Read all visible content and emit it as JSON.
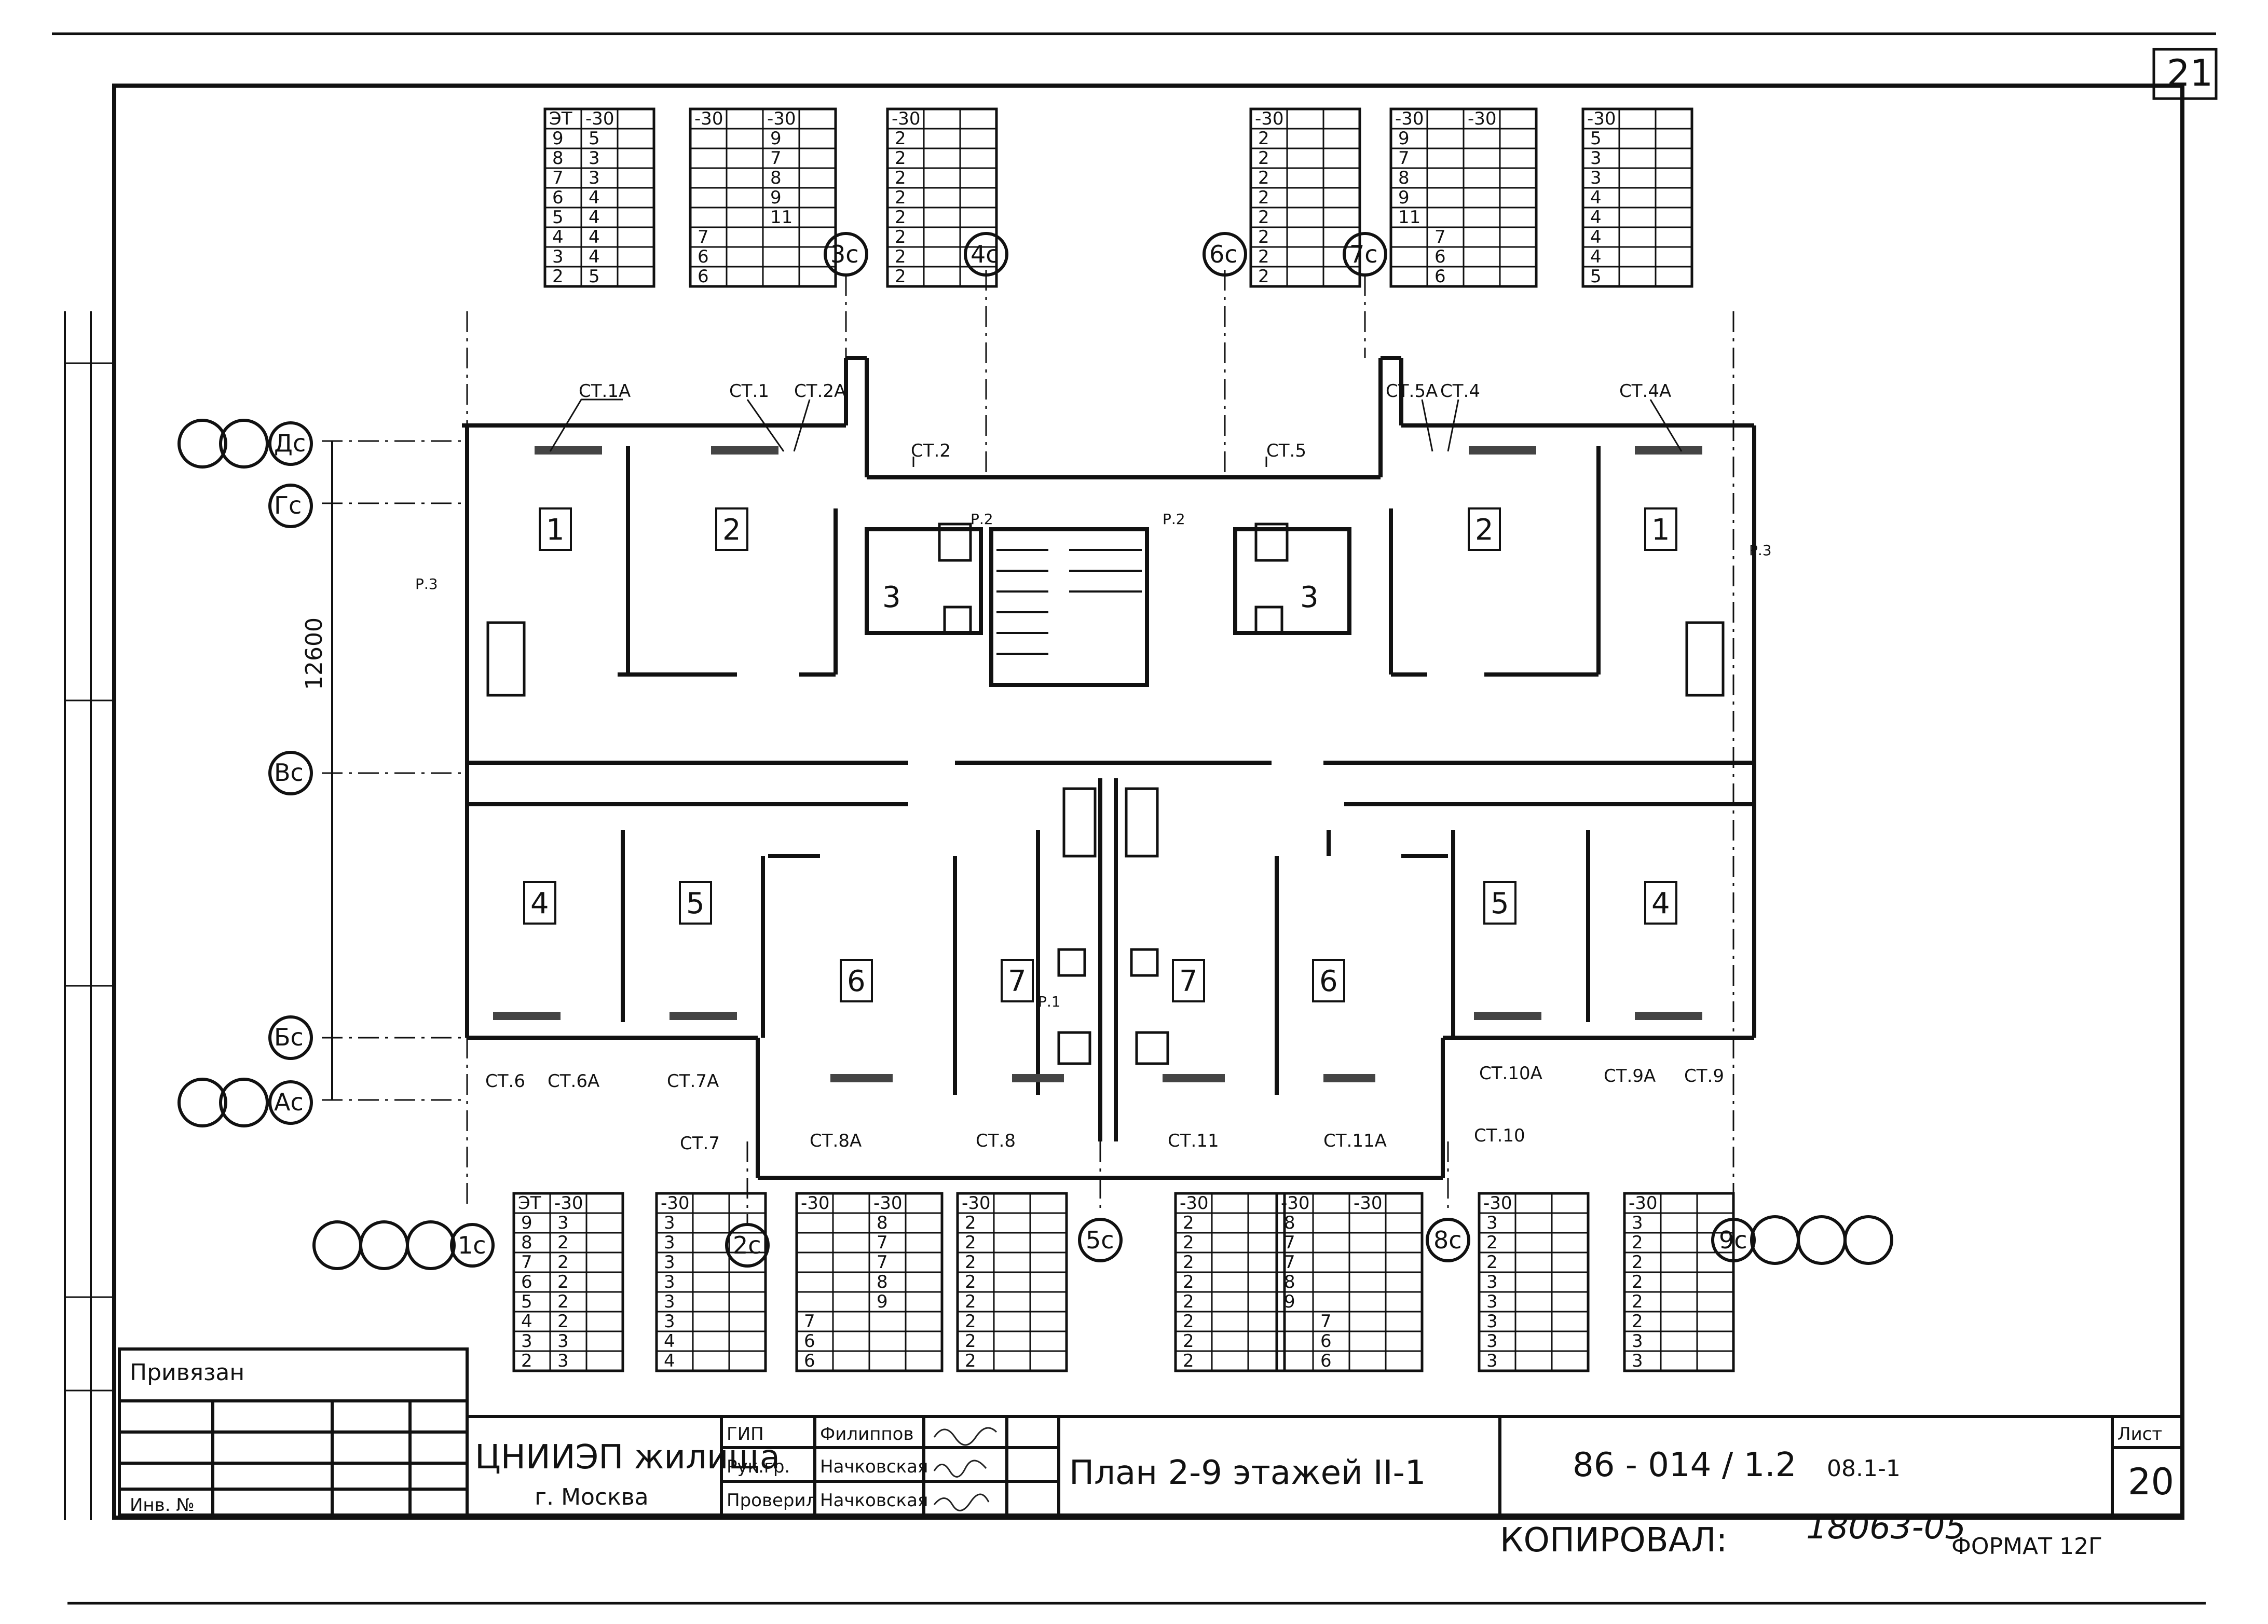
{
  "sheet_number_top": "21",
  "dimension_label": "12600",
  "axes": {
    "left": [
      "Дс",
      "Гс",
      "Вс",
      "Бс",
      "Ас"
    ],
    "top": [
      "3с",
      "4с",
      "6с",
      "7с"
    ],
    "bottom": [
      "1с",
      "2с",
      "5с",
      "8с",
      "9с"
    ]
  },
  "rooms_left": [
    "1",
    "2",
    "3",
    "4",
    "5",
    "6",
    "7"
  ],
  "rooms_right": [
    "3",
    "2",
    "1",
    "7",
    "6",
    "5",
    "4"
  ],
  "riser_labels_top": [
    "СТ.1А",
    "СТ.1",
    "СТ.2А",
    "СТ.2",
    "СТ.5",
    "СТ.5А",
    "СТ.4",
    "СТ.4А"
  ],
  "riser_labels_bottom": [
    "СТ.6",
    "СТ.6А",
    "СТ.7А",
    "СТ.7",
    "СТ.8А",
    "СТ.8",
    "СТ.11",
    "СТ.11А",
    "СТ.10",
    "СТ.10А",
    "СТ.9А",
    "СТ.9"
  ],
  "pipe_labels": [
    "Р.3",
    "Р.2",
    "Р.2",
    "Р.3",
    "Р.1"
  ],
  "tables_top": [
    {
      "cols": [
        "ЭТ",
        "-30"
      ],
      "rows": [
        [
          "9",
          "5"
        ],
        [
          "8",
          "3"
        ],
        [
          "7",
          "3"
        ],
        [
          "6",
          "4"
        ],
        [
          "5",
          "4"
        ],
        [
          "4",
          "4"
        ],
        [
          "3",
          "4"
        ],
        [
          "2",
          "5"
        ]
      ]
    },
    {
      "cols": [
        "-30",
        "",
        "-30"
      ],
      "rows": [
        [
          "",
          "",
          "9"
        ],
        [
          "",
          "",
          "7"
        ],
        [
          "",
          "",
          "8"
        ],
        [
          "",
          "",
          "9"
        ],
        [
          "",
          "",
          "11"
        ],
        [
          "7",
          "",
          ""
        ],
        [
          "6",
          "",
          ""
        ],
        [
          "6",
          "",
          ""
        ]
      ]
    },
    {
      "cols": [
        "-30",
        ""
      ],
      "rows": [
        [
          "2",
          ""
        ],
        [
          "2",
          ""
        ],
        [
          "2",
          ""
        ],
        [
          "2",
          ""
        ],
        [
          "2",
          ""
        ],
        [
          "2",
          ""
        ],
        [
          "2",
          ""
        ],
        [
          "2",
          ""
        ]
      ]
    },
    {
      "cols": [
        "-30",
        ""
      ],
      "rows": [
        [
          "2",
          ""
        ],
        [
          "2",
          ""
        ],
        [
          "2",
          ""
        ],
        [
          "2",
          ""
        ],
        [
          "2",
          ""
        ],
        [
          "2",
          ""
        ],
        [
          "2",
          ""
        ],
        [
          "2",
          ""
        ]
      ]
    },
    {
      "cols": [
        "-30",
        "",
        "-30"
      ],
      "rows": [
        [
          "9",
          "",
          ""
        ],
        [
          "7",
          "",
          ""
        ],
        [
          "8",
          "",
          ""
        ],
        [
          "9",
          "",
          ""
        ],
        [
          "11",
          "",
          ""
        ],
        [
          "",
          "7",
          ""
        ],
        [
          "",
          "6",
          ""
        ],
        [
          "",
          "6",
          ""
        ]
      ]
    },
    {
      "cols": [
        "-30",
        ""
      ],
      "rows": [
        [
          "5",
          ""
        ],
        [
          "3",
          ""
        ],
        [
          "3",
          ""
        ],
        [
          "4",
          ""
        ],
        [
          "4",
          ""
        ],
        [
          "4",
          ""
        ],
        [
          "4",
          ""
        ],
        [
          "5",
          ""
        ]
      ]
    }
  ],
  "tables_bottom": [
    {
      "cols": [
        "ЭТ",
        "-30"
      ],
      "rows": [
        [
          "9",
          "3"
        ],
        [
          "8",
          "2"
        ],
        [
          "7",
          "2"
        ],
        [
          "6",
          "2"
        ],
        [
          "5",
          "2"
        ],
        [
          "4",
          "2"
        ],
        [
          "3",
          "3"
        ],
        [
          "2",
          "3"
        ]
      ]
    },
    {
      "cols": [
        "-30",
        ""
      ],
      "rows": [
        [
          "3",
          ""
        ],
        [
          "3",
          ""
        ],
        [
          "3",
          ""
        ],
        [
          "3",
          ""
        ],
        [
          "3",
          ""
        ],
        [
          "3",
          ""
        ],
        [
          "4",
          ""
        ],
        [
          "4",
          ""
        ]
      ]
    },
    {
      "cols": [
        "-30",
        "",
        "-30"
      ],
      "rows": [
        [
          "",
          "",
          "8"
        ],
        [
          "",
          "",
          "7"
        ],
        [
          "",
          "",
          "7"
        ],
        [
          "",
          "",
          "8"
        ],
        [
          "",
          "",
          "9"
        ],
        [
          "7",
          "",
          ""
        ],
        [
          "6",
          "",
          ""
        ],
        [
          "6",
          "",
          ""
        ]
      ]
    },
    {
      "cols": [
        "-30",
        ""
      ],
      "rows": [
        [
          "2",
          ""
        ],
        [
          "2",
          ""
        ],
        [
          "2",
          ""
        ],
        [
          "2",
          ""
        ],
        [
          "2",
          ""
        ],
        [
          "2",
          ""
        ],
        [
          "2",
          ""
        ],
        [
          "2",
          ""
        ]
      ]
    },
    {
      "cols": [
        "-30",
        ""
      ],
      "rows": [
        [
          "2",
          ""
        ],
        [
          "2",
          ""
        ],
        [
          "2",
          ""
        ],
        [
          "2",
          ""
        ],
        [
          "2",
          ""
        ],
        [
          "2",
          ""
        ],
        [
          "2",
          ""
        ],
        [
          "2",
          ""
        ]
      ]
    },
    {
      "cols": [
        "-30",
        "",
        "-30"
      ],
      "rows": [
        [
          "8",
          "",
          ""
        ],
        [
          "7",
          "",
          ""
        ],
        [
          "7",
          "",
          ""
        ],
        [
          "8",
          "",
          ""
        ],
        [
          "9",
          "",
          ""
        ],
        [
          "",
          "7",
          ""
        ],
        [
          "",
          "6",
          ""
        ],
        [
          "",
          "6",
          ""
        ]
      ]
    },
    {
      "cols": [
        "-30",
        ""
      ],
      "rows": [
        [
          "3",
          ""
        ],
        [
          "2",
          ""
        ],
        [
          "2",
          ""
        ],
        [
          "3",
          ""
        ],
        [
          "3",
          ""
        ],
        [
          "3",
          ""
        ],
        [
          "3",
          ""
        ],
        [
          "3",
          ""
        ]
      ]
    },
    {
      "cols": [
        "-30",
        ""
      ],
      "rows": [
        [
          "3",
          ""
        ],
        [
          "2",
          ""
        ],
        [
          "2",
          ""
        ],
        [
          "2",
          ""
        ],
        [
          "2",
          ""
        ],
        [
          "2",
          ""
        ],
        [
          "3",
          ""
        ],
        [
          "3",
          ""
        ]
      ]
    }
  ],
  "title_block": {
    "privyazan": "Привязан",
    "inv_no": "Инв. №",
    "org_name": "ЦНИИЭП жилища",
    "org_city": "г. Москва",
    "roles": [
      "ГИП",
      "Рук.гр.",
      "Проверил"
    ],
    "names": [
      "Филиппов",
      "Начковская",
      "Начковская"
    ],
    "drawing_title": "План 2-9 этажей  II-1",
    "project_code": "86 - 014 / 1.2",
    "sheet_code": "08.1-1",
    "sheet_label": "Лист",
    "sheet_number": "20"
  },
  "footer": {
    "copied_label": "КОПИРОВАЛ:",
    "order_no": "18063-05",
    "format_label": "ФОРМАТ 12Г"
  }
}
